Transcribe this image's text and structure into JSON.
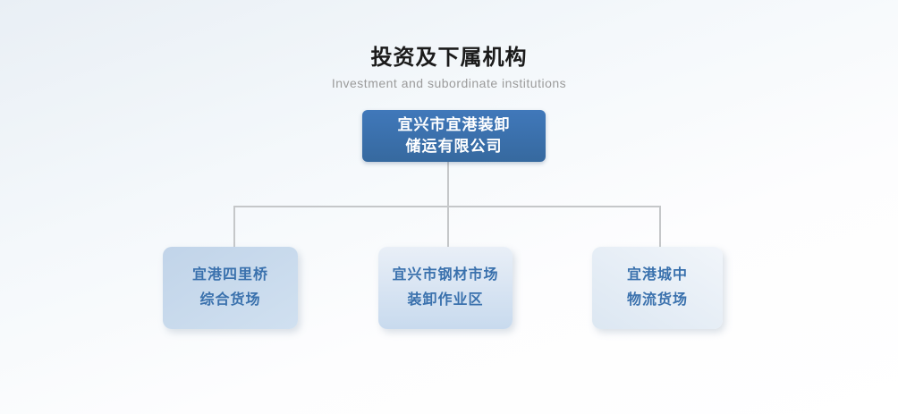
{
  "header": {
    "title": "投资及下属机构",
    "subtitle": "Investment and subordinate institutions"
  },
  "org": {
    "root": {
      "lines": [
        "宜兴市宜港装卸",
        "储运有限公司"
      ]
    },
    "children": [
      {
        "lines": [
          "宜港四里桥",
          "综合货场"
        ]
      },
      {
        "lines": [
          "宜兴市钢材市场",
          "装卸作业区"
        ]
      },
      {
        "lines": [
          "宜港城中",
          "物流货场"
        ]
      }
    ]
  },
  "colors": {
    "title": "#1b1b1b",
    "subtitle": "#9b9b9b",
    "root-box-a": "#4078ba",
    "root-box-b": "#36699f",
    "root-box-text": "#ffffff",
    "child-box-text": "#3a71ad",
    "connector": "#c5c7c9",
    "child1-bg-a": "#c1d4e9",
    "child1-bg-b": "#d0e0f0",
    "child2-bg-a": "#e9eff7",
    "child2-bg-b": "#c8daee",
    "child3-bg-a": "#dce7f2",
    "child3-bg-b": "#f1f5fa"
  }
}
